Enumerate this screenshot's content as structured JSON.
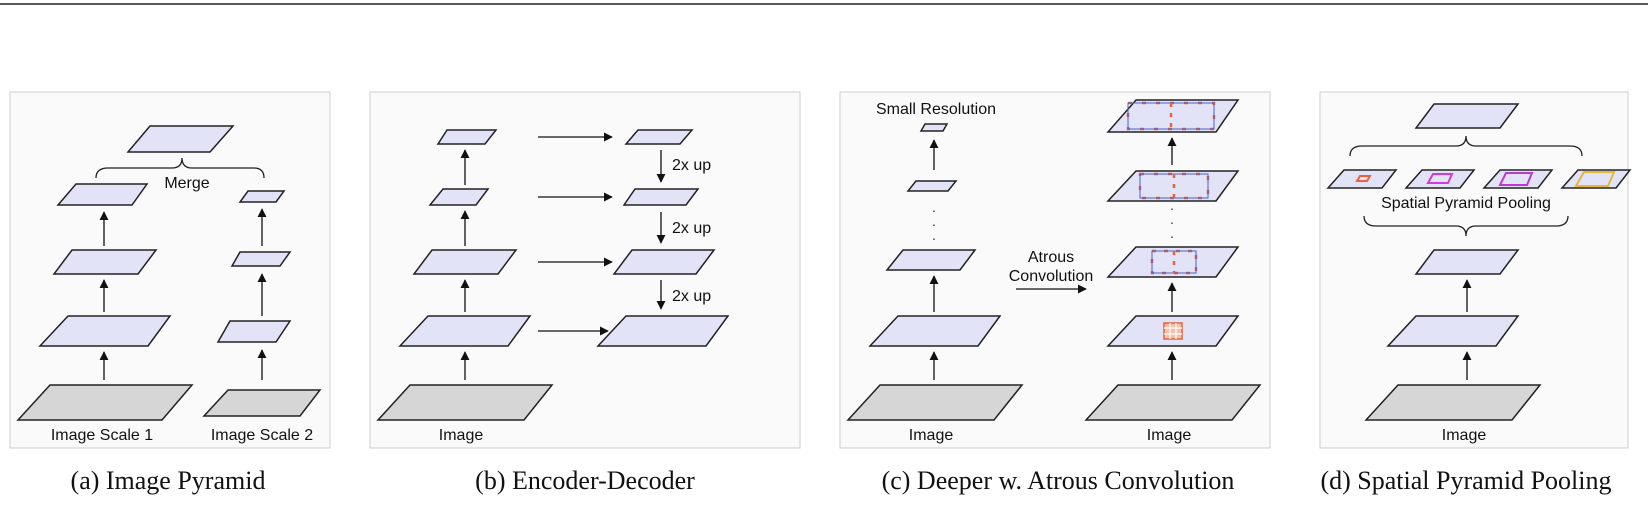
{
  "colors": {
    "feature": "#e3e3f8",
    "image": "#d6d6d6",
    "outline": "#222222",
    "atrous_dot": "#e8633b",
    "atrous_box": "#4a5fc8",
    "panel_bg": "#fafafa",
    "panel_border": "#cfcfcf",
    "pool_bins": [
      "#e8633b",
      "#d23ad6",
      "#b93ad6",
      "#e6b83a"
    ]
  },
  "panels": {
    "a": {
      "caption": "(a) Image Pyramid",
      "merge": "Merge",
      "scale1": "Image Scale 1",
      "scale2": "Image Scale 2"
    },
    "b": {
      "caption": "(b) Encoder-Decoder",
      "image": "Image",
      "up1": "2x up",
      "up2": "2x up",
      "up3": "2x up"
    },
    "c": {
      "caption": "(c) Deeper w. Atrous Convolution",
      "small_res": "Small Resolution",
      "atrous_1": "Atrous",
      "atrous_2": "Convolution",
      "image_left": "Image",
      "image_right": "Image"
    },
    "d": {
      "caption": "(d) Spatial Pyramid Pooling",
      "spp": "Spatial Pyramid Pooling",
      "image": "Image"
    }
  }
}
